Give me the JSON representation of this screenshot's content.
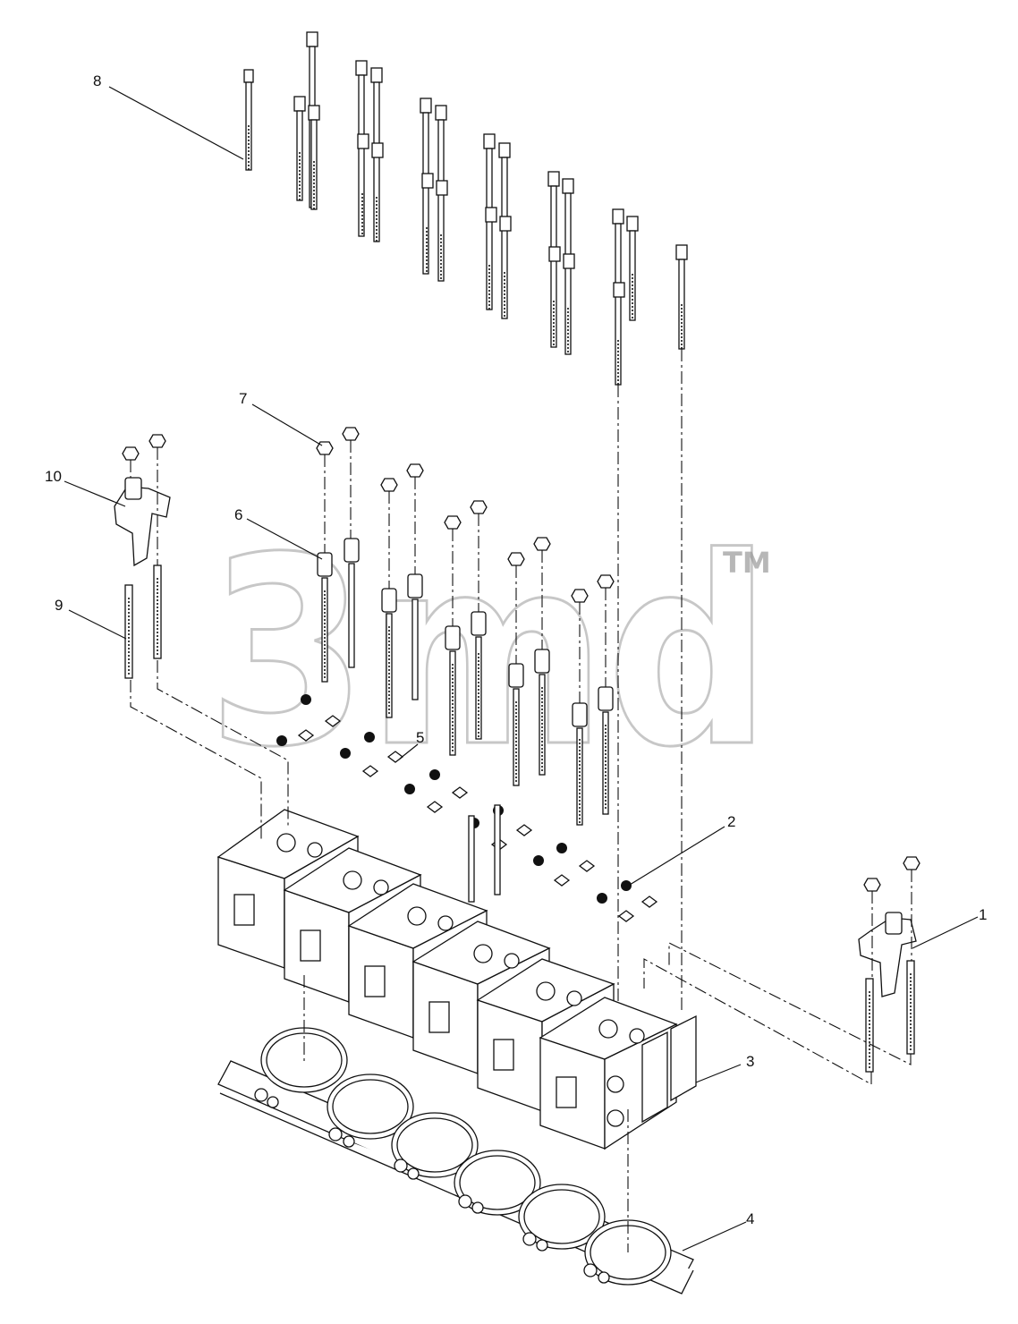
{
  "watermark": {
    "text": "3md",
    "mark": "TM"
  },
  "callouts": {
    "c1": "1",
    "c2": "2",
    "c3": "3",
    "c4": "4",
    "c5": "5",
    "c6": "6",
    "c7": "7",
    "c8": "8",
    "c9": "9",
    "c10": "10"
  }
}
